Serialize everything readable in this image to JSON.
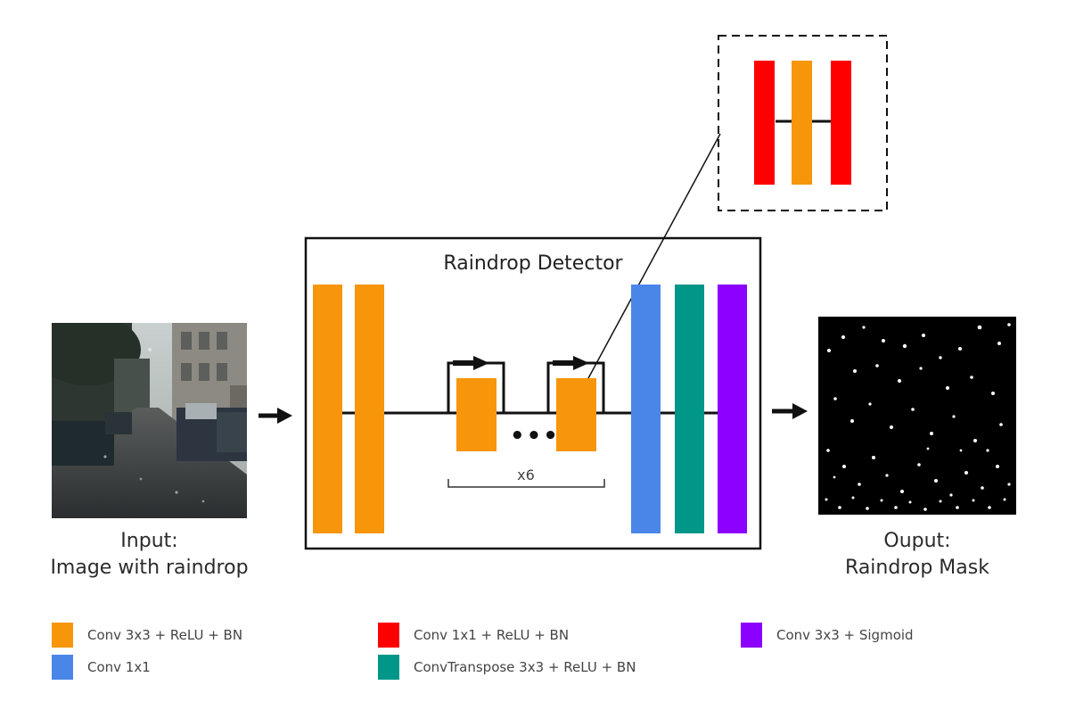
{
  "detector": {
    "title": "Raindrop Detector",
    "repeat_label": "x6"
  },
  "input": {
    "line1": "Input:",
    "line2": "Image with raindrop"
  },
  "output": {
    "line1": "Ouput:",
    "line2": "Raindrop Mask"
  },
  "ellipsis": "•••",
  "colors": {
    "conv3x3_relu_bn": "#F7960B",
    "conv1x1_relu_bn": "#FF0000",
    "conv3x3_sigmoid": "#8B00FF",
    "conv1x1": "#4A86E8",
    "convtranspose": "#009688"
  },
  "legend": [
    {
      "label": "Conv 3x3 + ReLU + BN",
      "color": "#F7960B"
    },
    {
      "label": "Conv 1x1 + ReLU + BN",
      "color": "#FF0000"
    },
    {
      "label": "Conv 3x3 + Sigmoid",
      "color": "#8B00FF"
    },
    {
      "label": "Conv 1x1",
      "color": "#4A86E8"
    },
    {
      "label": "ConvTranspose 3x3 + ReLU + BN",
      "color": "#009688"
    }
  ]
}
